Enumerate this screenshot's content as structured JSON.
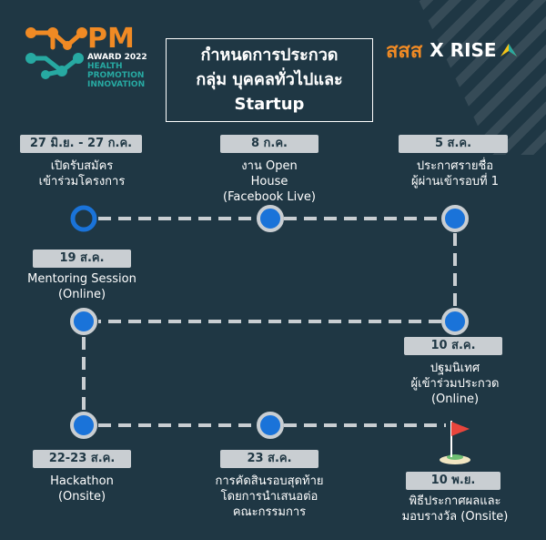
{
  "logo": {
    "pm": "PM",
    "award": "AWARD 2022",
    "line1": "HEALTH",
    "line2": "PROMOTION",
    "line3": "INNOVATION"
  },
  "title": {
    "line1": "กำหนดการประกวด",
    "line2": "กลุ่ม บุคคลทั่วไปและ",
    "line3": "Startup"
  },
  "partner": {
    "thai": "สสส",
    "text": "X RISE"
  },
  "events": [
    {
      "date": "27 มิ.ย. - 27 ก.ค.",
      "line1": "เปิดรับสมัคร",
      "line2": "เข้าร่วมโครงการ",
      "line3": ""
    },
    {
      "date": "8 ก.ค.",
      "line1": "งาน Open",
      "line2": "House",
      "line3": "(Facebook Live)"
    },
    {
      "date": "5 ส.ค.",
      "line1": "ประกาศรายชื่อ",
      "line2": "ผู้ผ่านเข้ารอบที่ 1",
      "line3": ""
    },
    {
      "date": "19 ส.ค.",
      "line1": "Mentoring Session",
      "line2": "(Online)",
      "line3": ""
    },
    {
      "date": "10 ส.ค.",
      "line1": "ปฐมนิเทศ",
      "line2": "ผู้เข้าร่วมประกวด",
      "line3": "(Online)"
    },
    {
      "date": "22-23 ส.ค.",
      "line1": "Hackathon",
      "line2": "(Onsite)",
      "line3": ""
    },
    {
      "date": "23 ส.ค.",
      "line1": "การคัดสินรอบสุดท้าย",
      "line2": "โดยการนำเสนอต่อ",
      "line3": "คณะกรรมการ"
    },
    {
      "date": "10 พ.ย.",
      "line1": "พิธีประกาศผลและ",
      "line2": "มอบรางวัล (Onsite)",
      "line3": ""
    }
  ],
  "colors": {
    "background": "#1f3744",
    "accent_orange": "#f08a24",
    "accent_teal": "#27a9a2",
    "node_blue": "#1a73d9",
    "tag_gray": "#c9ced2",
    "flag_red": "#e8453c"
  }
}
